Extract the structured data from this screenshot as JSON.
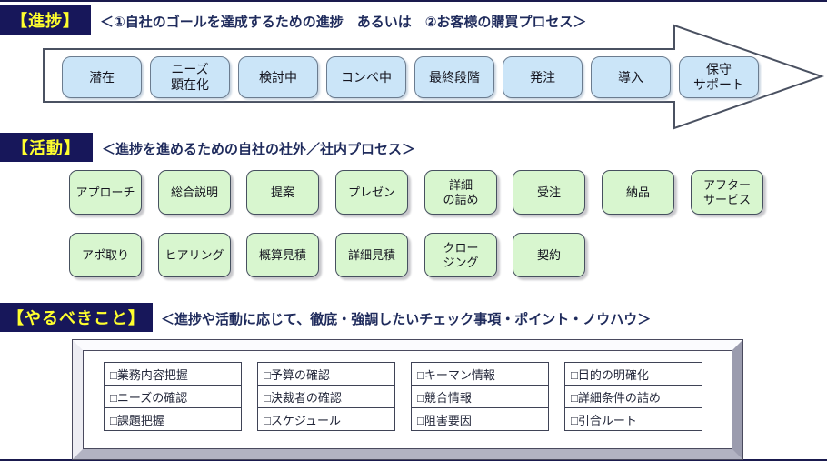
{
  "colors": {
    "section_label_bg": "#17175A",
    "section_label_text": "#FFFF2E",
    "caption_text": "#1F2B5C",
    "stage_box_fill": "#CBE5F8",
    "stage_box_border": "#6B7C8F",
    "activity_box_fill": "#D8F6CF",
    "activity_box_border": "#46505F",
    "arrow_outline": "#4A5161"
  },
  "sections": {
    "progress": {
      "label": "【進捗】",
      "caption": "＜①自社のゴールを達成するための進捗　あるいは　②お客様の購買プロセス＞",
      "stages": [
        "潜在",
        "ニーズ\n顕在化",
        "検討中",
        "コンペ中",
        "最終段階",
        "発注",
        "導入",
        "保守\nサポート"
      ]
    },
    "activities": {
      "label": "【活動】",
      "caption": "＜進捗を進めるための自社の社外／社内プロセス＞",
      "row1": [
        "アプローチ",
        "総合説明",
        "提案",
        "プレゼン",
        "詳細\nの詰め",
        "受注",
        "納品",
        "アフター\nサービス"
      ],
      "row2": [
        "アポ取り",
        "ヒアリング",
        "概算見積",
        "詳細見積",
        "クロー\nジング",
        "契約"
      ]
    },
    "todo": {
      "label": "【やるべきこと】",
      "caption": "＜進捗や活動に応じて、徹底・強調したいチェック事項・ポイント・ノウハウ＞",
      "checklist_columns": [
        [
          "□業務内容把握",
          "□ニーズの確認",
          "□課題把握"
        ],
        [
          "□予算の確認",
          "□決裁者の確認",
          "□スケジュール"
        ],
        [
          "□キーマン情報",
          "□競合情報",
          "□阻害要因"
        ],
        [
          "□目的の明確化",
          "□詳細条件の詰め",
          "□引合ルート"
        ]
      ]
    }
  }
}
